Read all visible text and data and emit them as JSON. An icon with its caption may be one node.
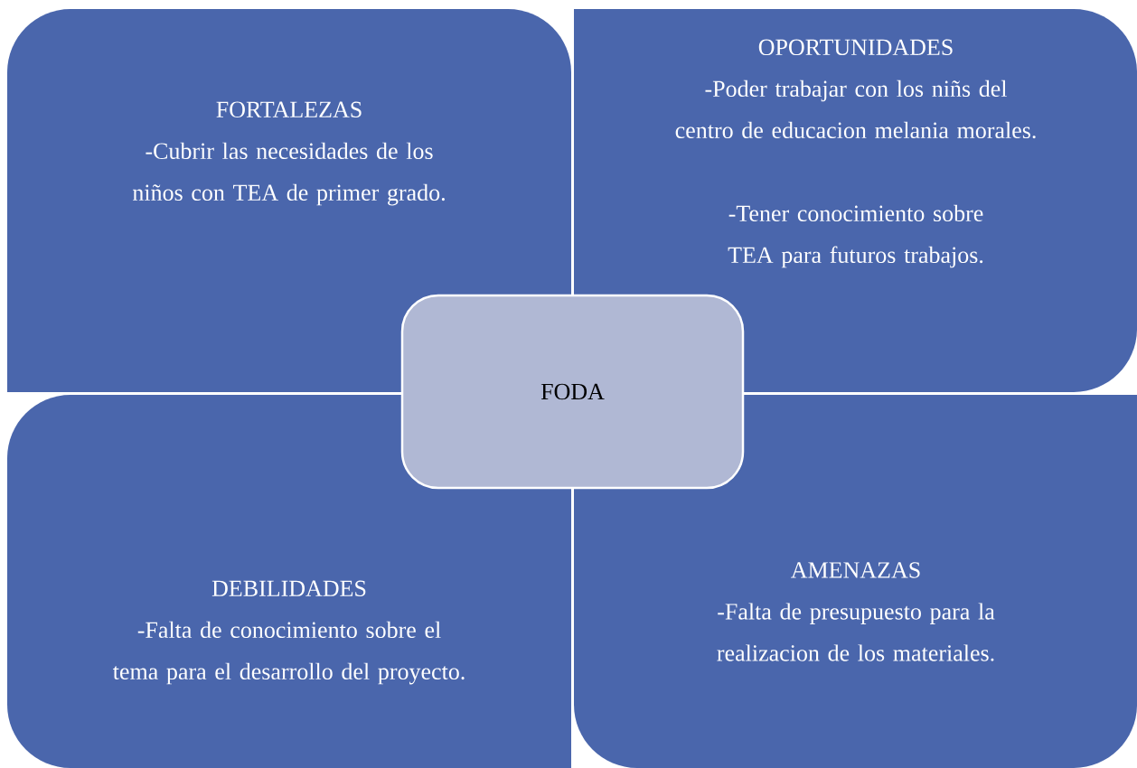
{
  "diagram": {
    "nodes": [
      {
        "text": [
          "FORTALEZAS",
          "-Cubrir las necesidades de los niños con TEA de primer grado."
        ]
      },
      {
        "text": [
          "OPORTUNIDADES",
          "-Poder trabajar con los niñs del centro de educacion melania morales.",
          "-Tener conocimiento sobre TEA para futuros trabajos."
        ]
      },
      {
        "text": [
          "DEBILIDADES",
          "-Falta de conocimiento sobre el tema para el desarrollo del proyecto."
        ]
      },
      {
        "text": [
          "AMENAZAS",
          "-Falta de presupuesto para la realizacion de los materiales."
        ]
      },
      {
        "text": [
          "FODA"
        ]
      }
    ]
  }
}
